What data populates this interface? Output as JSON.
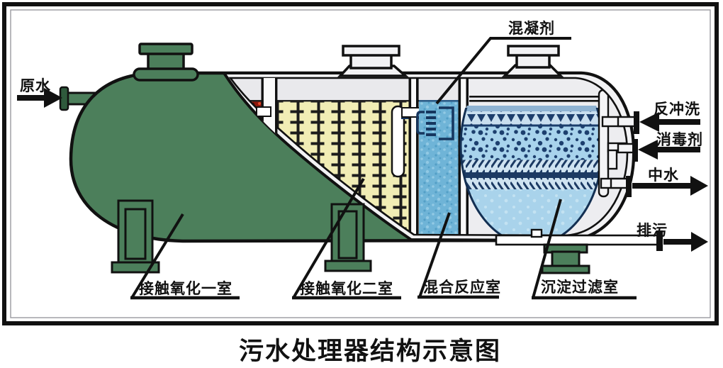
{
  "title": "污水处理器结构示意图",
  "streams": {
    "inlet": "原水",
    "coagulant": "混凝剂",
    "backwash": "反冲洗",
    "disinfectant": "消毒剂",
    "reclaimed": "中水",
    "blowdown": "排污"
  },
  "chambers": {
    "c1": "接触氧化一室",
    "c2": "接触氧化二室",
    "mixing": "混合反应室",
    "sedimentation": "沉淀过滤室"
  },
  "colors": {
    "shell_green": "#4c7f5b",
    "dark_green": "#2f5a3c",
    "media_yellow": "#f1edb5",
    "mixing_blue": "#6fb4d7",
    "filter_blue": "#a8d3ec",
    "biofilm_red": "#8e170b",
    "navy": "#1c3a63",
    "headspace_gray": "#e9e9ec",
    "outline": "#111111"
  }
}
